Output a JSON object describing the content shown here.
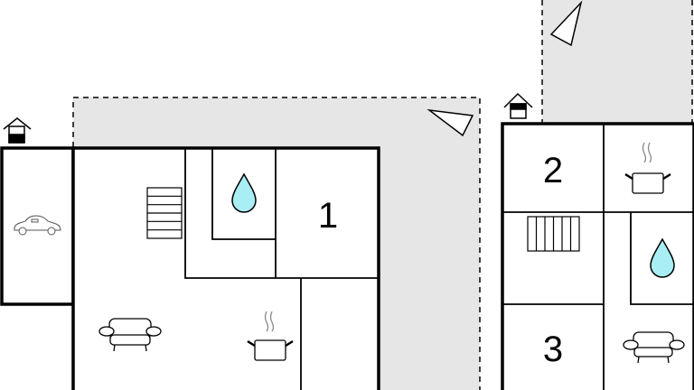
{
  "floorplan": {
    "rooms": [
      {
        "label": "1"
      },
      {
        "label": "2"
      },
      {
        "label": "3"
      }
    ],
    "colors": {
      "wall": "#000000",
      "outdoor": "#e6e6e6",
      "water": "#a8eef4",
      "background": "#ffffff"
    }
  }
}
